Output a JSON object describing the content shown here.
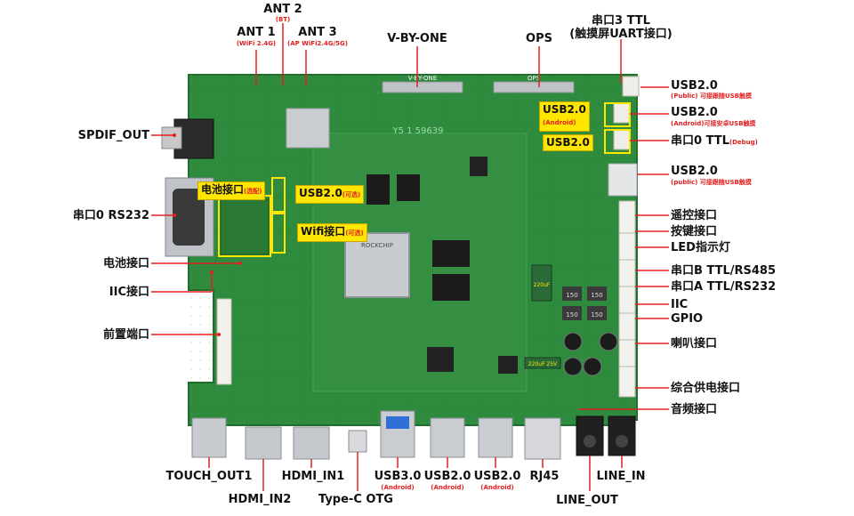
{
  "top": {
    "ant2": {
      "label": "ANT 2",
      "sub": "(BT)"
    },
    "ant1": {
      "label": "ANT 1",
      "sub": "(WiFi 2.4G)"
    },
    "ant3": {
      "label": "ANT 3",
      "sub": "(AP WiFi2.4G/5G)"
    },
    "vbyone": "V-BY-ONE",
    "ops": "OPS",
    "uart3": {
      "line1": "串口3 TTL",
      "line2": "(触摸屏UART接口)"
    }
  },
  "left": {
    "spdif": "SPDIF_OUT",
    "rs232": "串口0  RS232",
    "battery": "电池接口",
    "iic": "IIC接口",
    "front": "前置端口"
  },
  "right": {
    "usb_public_1": {
      "label": "USB2.0",
      "sub": "(Public) 可接跟随USB触摸"
    },
    "usb_android": {
      "label": "USB2.0",
      "sub": "(Android)可接安卓USB触摸"
    },
    "uart0_ttl": {
      "label": "串口0 TTL",
      "sub": "(Debug)"
    },
    "usb_public_2": {
      "label": "USB2.0",
      "sub": "(public) 可接跟随USB触摸"
    },
    "remote": "遥控接口",
    "keys": "按键接口",
    "led": "LED指示灯",
    "uartb": "串口B TTL/RS485",
    "uarta": "串口A TTL/RS232",
    "iic": "IIC",
    "gpio": "GPIO",
    "speaker": "喇叭接口",
    "power": "综合供电接口",
    "audio": "音频接口"
  },
  "bottom": {
    "touch_out1": "TOUCH_OUT1",
    "hdmi_in2": "HDMI_IN2",
    "hdmi_in1": "HDMI_IN1",
    "typec": "Type-C  OTG",
    "usb30": {
      "label": "USB3.0",
      "sub": "(Android)"
    },
    "usb20_a": {
      "label": "USB2.0",
      "sub": "(Android)"
    },
    "usb20_b": {
      "label": "USB2.0",
      "sub": "(Android)"
    },
    "rj45": "RJ45",
    "line_out": "LINE_OUT",
    "line_in": "LINE_IN"
  },
  "board_callouts": {
    "usb_android_box": {
      "label": "USB2.0",
      "sub": "(Android)"
    },
    "usb_box2": "USB2.0",
    "battery_box": {
      "label": "电池接口",
      "sub": "(选配)"
    },
    "usb_optional": {
      "label": "USB2.0",
      "sub": "(可选)"
    },
    "wifi_optional": {
      "label": "Wifi接口",
      "sub": "(可选)"
    }
  },
  "silk": {
    "vbyone": "V-BY-ONE",
    "ops": "OPS",
    "serial": "Y5 1 59639",
    "soc_brand": "ROCKCHIP",
    "cap_text": "220uF",
    "cap_text2": "220uF 25V",
    "inductor": "150"
  },
  "colors": {
    "pcb": "#2e8b3e",
    "pcb_dark": "#1f6e2d",
    "callout_yellow": "#ffe600",
    "line_red": "#e02020"
  }
}
